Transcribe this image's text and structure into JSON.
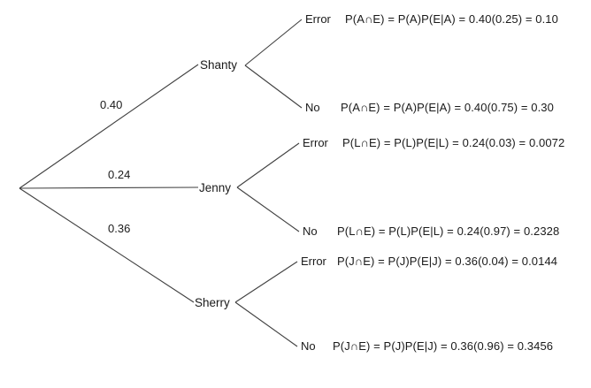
{
  "diagram": {
    "type": "probability-tree",
    "root": {
      "label": ""
    },
    "branches": [
      {
        "id": "shanty",
        "node_label": "Shanty",
        "prob_label": "0.40",
        "outcomes": [
          {
            "id": "shanty-error",
            "label": "Error",
            "formula": "P(A∩E) = P(A)P(E|A) = 0.40(0.25) = 0.10"
          },
          {
            "id": "shanty-no",
            "label": "No",
            "formula": "P(A∩E) = P(A)P(E|A) = 0.40(0.75) = 0.30"
          }
        ]
      },
      {
        "id": "jenny",
        "node_label": "Jenny",
        "prob_label": "0.24",
        "outcomes": [
          {
            "id": "jenny-error",
            "label": "Error",
            "formula": "P(L∩E) = P(L)P(E|L) = 0.24(0.03) = 0.0072"
          },
          {
            "id": "jenny-no",
            "label": "No",
            "formula": "P(L∩E) = P(L)P(E|L) = 0.24(0.97) = 0.2328"
          }
        ]
      },
      {
        "id": "sherry",
        "node_label": "Sherry",
        "prob_label": "0.36",
        "outcomes": [
          {
            "id": "sherry-error",
            "label": "Error",
            "formula": "P(J∩E) = P(J)P(E|J) = 0.36(0.04) = 0.0144"
          },
          {
            "id": "sherry-no",
            "label": "No",
            "formula": "P(J∩E) = P(J)P(E|J) = 0.36(0.96) = 0.3456"
          }
        ]
      }
    ],
    "colors": {
      "line": "#404040",
      "text": "#1a1a1a",
      "background": "#ffffff"
    }
  }
}
